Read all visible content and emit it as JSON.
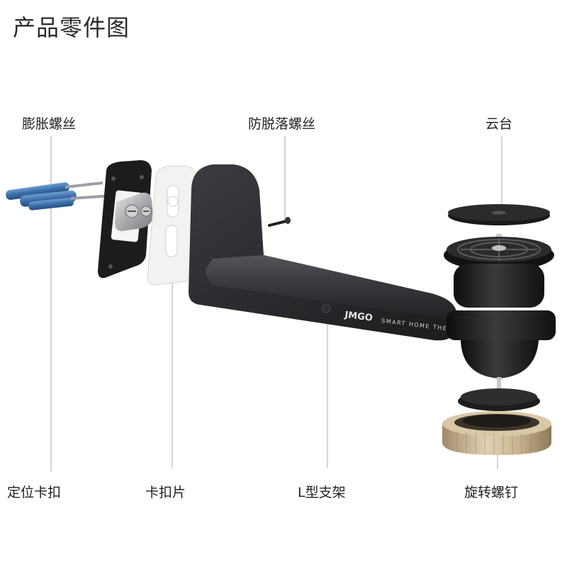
{
  "title": "产品零件图",
  "labels": {
    "expansion_screw": "膨胀螺丝",
    "anti_drop_screw": "防脱落螺丝",
    "gimbal": "云台",
    "positioning_clip": "定位卡扣",
    "clip_plate": "卡扣片",
    "l_bracket": "L型支架",
    "rotating_screw": "旋转螺钉"
  },
  "bracket_brand": "JMGO",
  "bracket_slogan": "SMART HOME THEA"
}
